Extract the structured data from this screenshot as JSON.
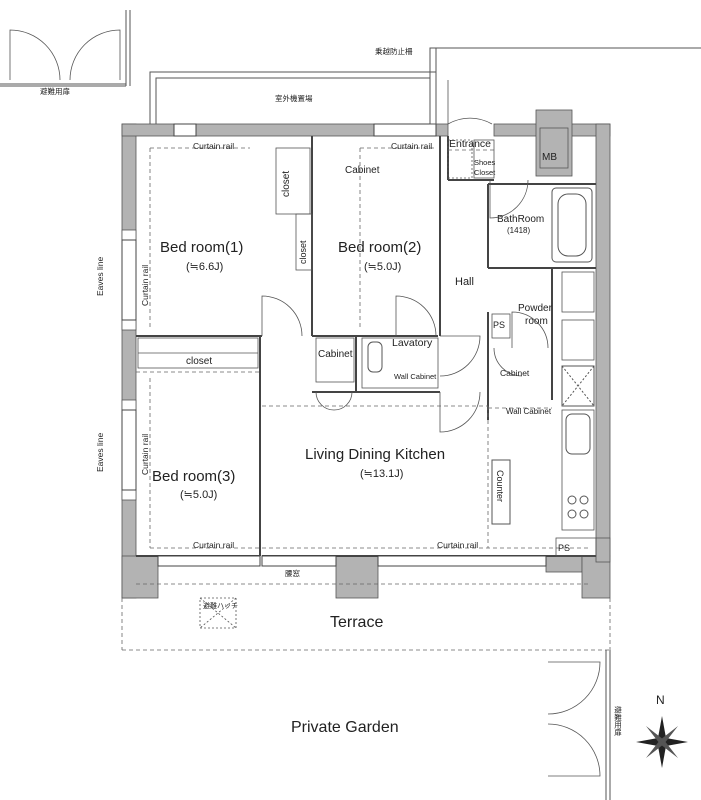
{
  "rooms": {
    "bed1": {
      "name": "Bed room",
      "num": "(1)",
      "size": "(≒6.6J)"
    },
    "bed2": {
      "name": "Bed room",
      "num": "(2)",
      "size": "(≒5.0J)"
    },
    "bed3": {
      "name": "Bed room",
      "num": "(3)",
      "size": "(≒5.0J)"
    },
    "ldk": {
      "name": "Living Dining Kitchen",
      "size": "(≒13.1J)"
    },
    "hall": "Hall",
    "entrance": "Entrance",
    "bathroom": "BathRoom",
    "bathroom_size": "(1418)",
    "powder": "Powder",
    "powder2": "room",
    "lavatory": "Lavatory",
    "terrace": "Terrace",
    "garden": "Private Garden"
  },
  "fixtures": {
    "curtain_rail": "Curtain rail",
    "closet": "closet",
    "cabinet": "Cabinet",
    "wall_cabinet": "Wall Cabinet",
    "shoes": "Shoes",
    "shoes_closet": "Closet",
    "mb": "MB",
    "ps": "PS",
    "counter": "Counter",
    "eaves_line": "Eaves line"
  },
  "jp": {
    "evac_door": "避難用扉",
    "outdoor_unit": "室外機置場",
    "fence": "乗越防止柵",
    "window": "腰窓",
    "hatch": "避難ハッチ"
  },
  "compass": {
    "north": "N"
  }
}
